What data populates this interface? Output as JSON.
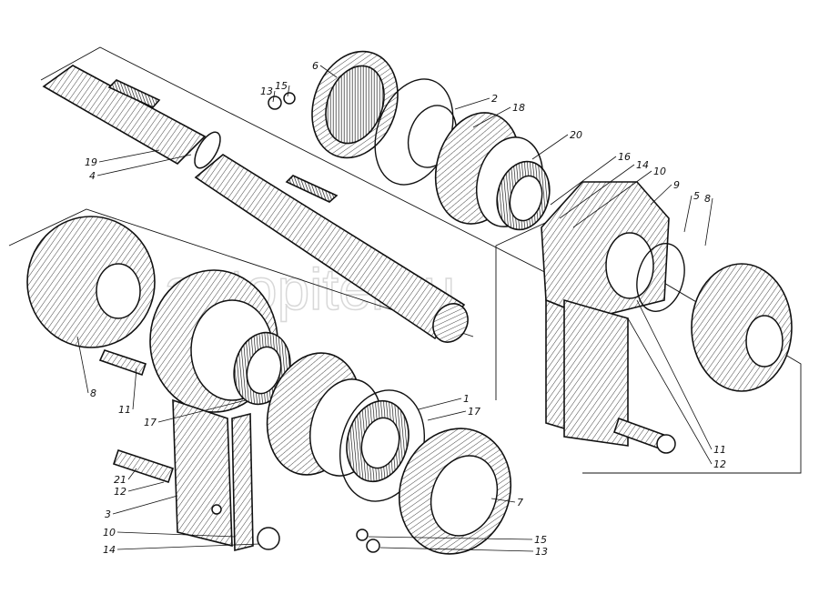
{
  "watermark": "autopiter.ru",
  "callouts": [
    {
      "text": "6",
      "part": "cover-top"
    },
    {
      "text": "15",
      "part": "washer-top"
    },
    {
      "text": "13",
      "part": "nut-top"
    },
    {
      "text": "2",
      "part": "gasket-top"
    },
    {
      "text": "18",
      "part": "snap-ring"
    },
    {
      "text": "20",
      "part": "bearing-top"
    },
    {
      "text": "19",
      "part": "key"
    },
    {
      "text": "4",
      "part": "shaft"
    },
    {
      "text": "16",
      "part": "housing-right"
    },
    {
      "text": "14",
      "part": "housing-right"
    },
    {
      "text": "10",
      "part": "housing-right"
    },
    {
      "text": "9",
      "part": "nut-right"
    },
    {
      "text": "5",
      "part": "spacer-right"
    },
    {
      "text": "8",
      "part": "sprocket-right"
    },
    {
      "text": "8",
      "part": "sprocket-left"
    },
    {
      "text": "11",
      "part": "bolt-left"
    },
    {
      "text": "17",
      "part": "seal-left"
    },
    {
      "text": "1",
      "part": "gasket-bottom"
    },
    {
      "text": "17",
      "part": "seal-bottom"
    },
    {
      "text": "21",
      "part": "bolt-bottom"
    },
    {
      "text": "12",
      "part": "washer-bottom"
    },
    {
      "text": "3",
      "part": "bracket-left"
    },
    {
      "text": "10",
      "part": "bracket-left"
    },
    {
      "text": "14",
      "part": "nut-bottom-left"
    },
    {
      "text": "7",
      "part": "cover-bottom"
    },
    {
      "text": "15",
      "part": "washer-bottom-right"
    },
    {
      "text": "13",
      "part": "nut-bottom-right"
    },
    {
      "text": "11",
      "part": "bolt-right"
    },
    {
      "text": "12",
      "part": "washer-right"
    }
  ]
}
